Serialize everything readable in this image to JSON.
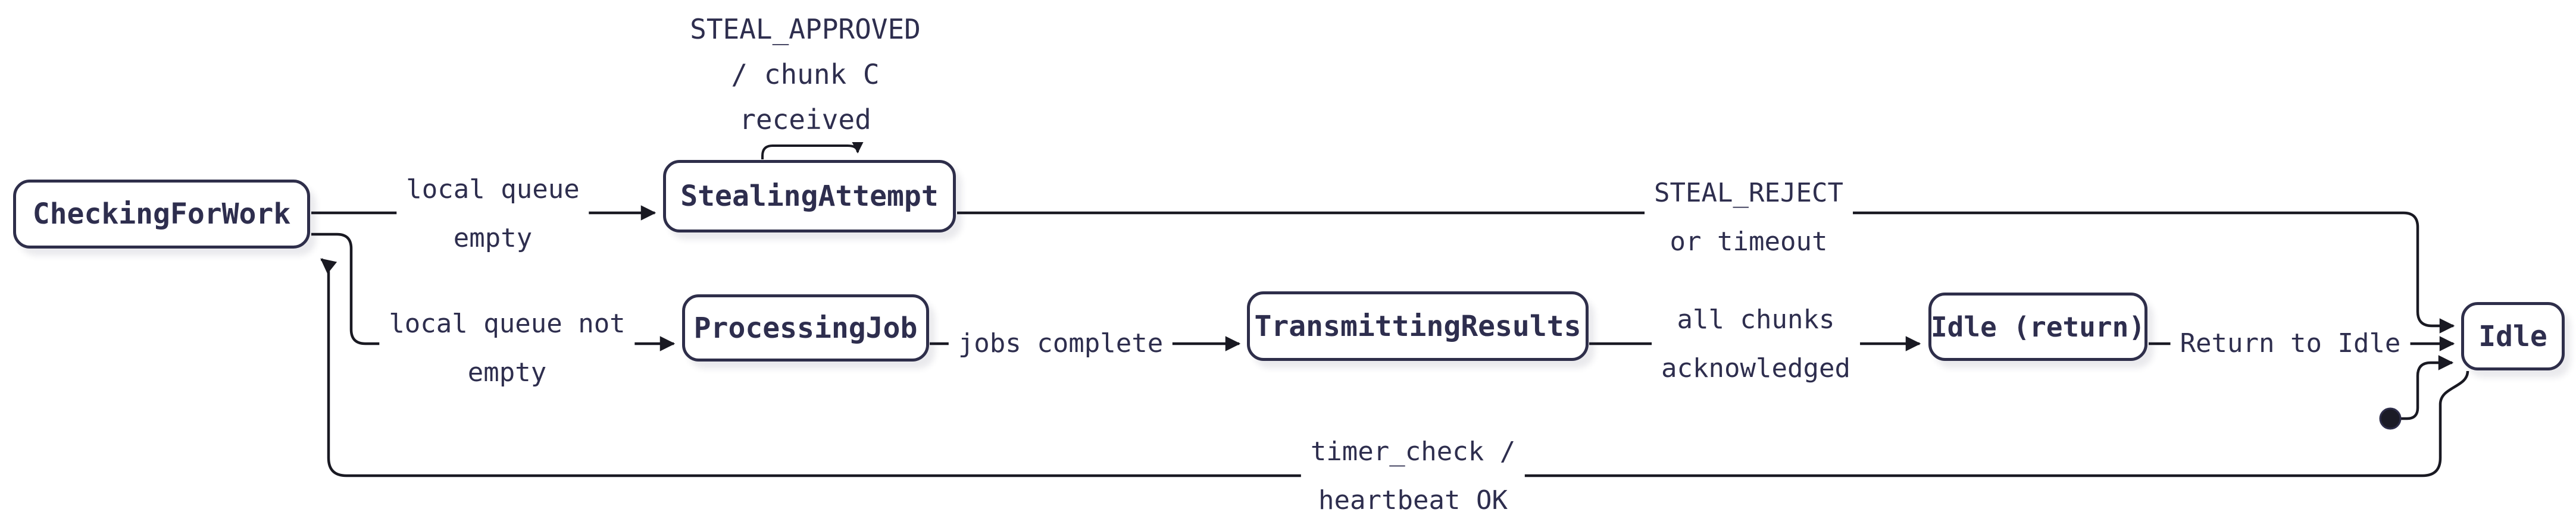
{
  "diagram": {
    "type": "state-machine",
    "states": {
      "checking": {
        "label": "CheckingForWork"
      },
      "stealing": {
        "label": "StealingAttempt"
      },
      "processing": {
        "label": "ProcessingJob"
      },
      "transmitting": {
        "label": "TransmittingResults"
      },
      "idle_return": {
        "label": "Idle (return)"
      },
      "idle": {
        "label": "Idle"
      }
    },
    "edge_labels": {
      "steal_approved": "STEAL_APPROVED\n/ chunk C\nreceived",
      "local_queue_empty": "local queue\nempty",
      "local_queue_not_empty": "local queue not\nempty",
      "jobs_complete": "jobs complete",
      "all_chunks": "all chunks\nacknowledged",
      "steal_reject": "STEAL_REJECT\nor timeout",
      "return_to_idle": "Return to Idle",
      "timer_check": "timer_check /\nheartbeat OK"
    },
    "transitions": [
      {
        "from": "CheckingForWork",
        "to": "StealingAttempt",
        "label": "local queue empty"
      },
      {
        "from": "CheckingForWork",
        "to": "ProcessingJob",
        "label": "local queue not empty"
      },
      {
        "from": "StealingAttempt",
        "to": "StealingAttempt",
        "label": "STEAL_APPROVED / chunk C received"
      },
      {
        "from": "ProcessingJob",
        "to": "TransmittingResults",
        "label": "jobs complete"
      },
      {
        "from": "TransmittingResults",
        "to": "Idle (return)",
        "label": "all chunks acknowledged"
      },
      {
        "from": "StealingAttempt",
        "to": "Idle",
        "label": "STEAL_REJECT or timeout"
      },
      {
        "from": "Idle (return)",
        "to": "Idle",
        "label": "Return to Idle"
      },
      {
        "from": "[initial]",
        "to": "Idle",
        "label": ""
      },
      {
        "from": "Idle",
        "to": "CheckingForWork",
        "label": "timer_check / heartbeat OK"
      }
    ],
    "colors": {
      "background": "#ffffff",
      "node_fill": "#ffffff",
      "node_border": "#2e2e4a",
      "text": "#2e2e4e",
      "edge": "#191922"
    }
  }
}
